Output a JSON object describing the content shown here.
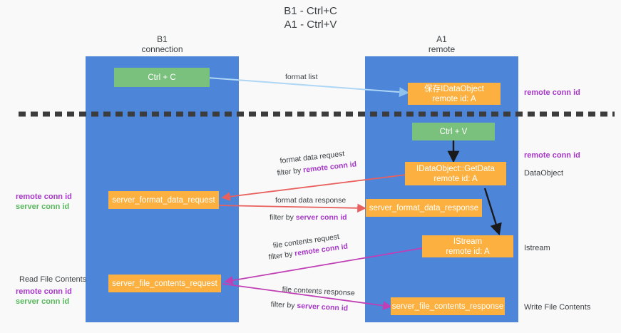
{
  "title": {
    "line1": "B1 - Ctrl+C",
    "line2": "A1 - Ctrl+V"
  },
  "columns": [
    {
      "name": "B1",
      "sub": "connection"
    },
    {
      "name": "A1",
      "sub": "remote"
    }
  ],
  "colors": {
    "lane": "#4d85d9",
    "green_node": "#7bc17e",
    "orange_node": "#fbb040",
    "purple_text": "#a737c8",
    "green_text": "#57b85c",
    "arrow_blue": "#aed6f5",
    "arrow_red": "#e8615f",
    "arrow_magenta": "#c03fb5",
    "arrow_black": "#1a1a1a",
    "background": "#f9f9f9",
    "text": "#3c4043"
  },
  "nodes": {
    "ctrl_c": {
      "line1": "Ctrl + C",
      "line2": ""
    },
    "save_idataobject": {
      "line1": "保存IDataObject",
      "line2": "remote id: A"
    },
    "ctrl_v": {
      "line1": "Ctrl + V",
      "line2": ""
    },
    "getdata": {
      "line1": "IDataObject::GetData",
      "line2": "remote id: A"
    },
    "format_req": {
      "line1": "server_format_data_request",
      "line2": ""
    },
    "format_resp": {
      "line1": "server_format_data_response",
      "line2": ""
    },
    "istream": {
      "line1": "IStream",
      "line2": "remote id: A"
    },
    "file_req": {
      "line1": "server_file_contents_request",
      "line2": ""
    },
    "file_resp": {
      "line1": "server_file_contents_response",
      "line2": ""
    }
  },
  "right_labels": {
    "remote_conn_id_1": "remote conn id",
    "remote_conn_id_2": "remote conn id",
    "dataobject": "DataObject",
    "istream": "Istream",
    "write_file_contents": "Write File Contents"
  },
  "left_labels": {
    "remote_conn_id": "remote conn id",
    "server_conn_id": "server conn id",
    "read_file_contents": "Read File Contents",
    "remote_conn_id_2": "remote conn id",
    "server_conn_id_2": "server conn id"
  },
  "edge_labels": {
    "format_list": "format list",
    "format_data_request": "format data request",
    "format_data_request_filter_prefix": "filter by ",
    "format_data_request_filter_key": "remote conn id",
    "format_data_response": "format data response",
    "format_data_response_filter_prefix": "filter by ",
    "format_data_response_filter_key": "server conn id",
    "file_contents_request": "file contents request",
    "file_contents_request_filter_prefix": "filter by ",
    "file_contents_request_filter_key": "remote conn id",
    "file_contents_response": "file contents response",
    "file_contents_response_filter_prefix": "filter by ",
    "file_contents_response_filter_key": "server conn id"
  }
}
